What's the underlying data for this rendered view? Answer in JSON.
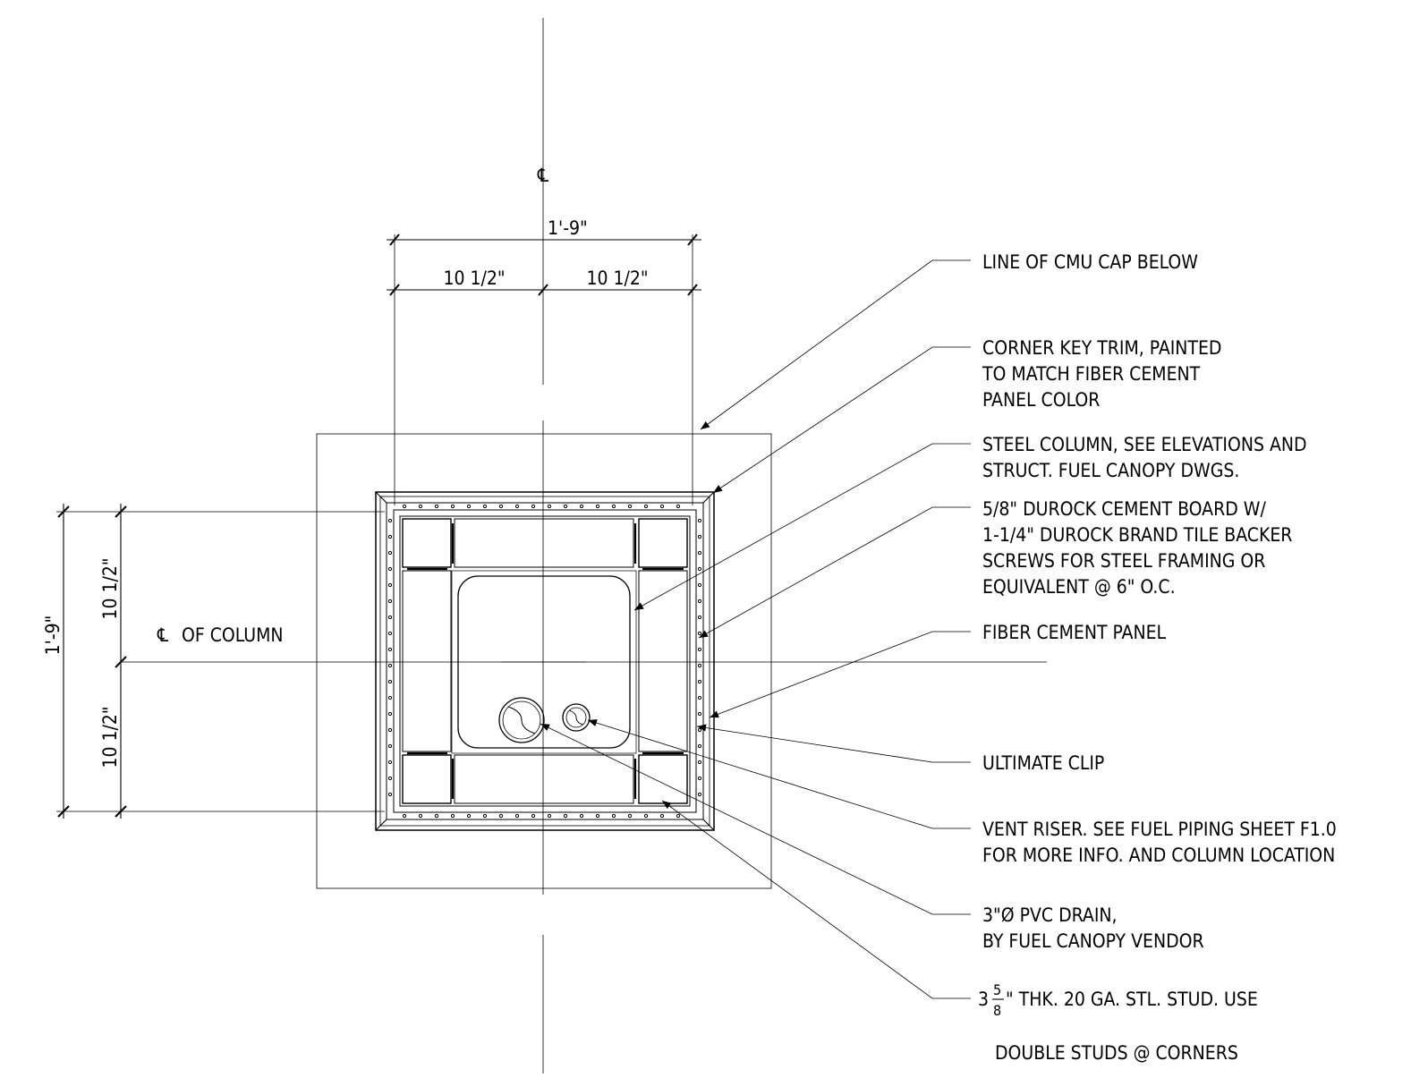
{
  "centerline": {
    "symbol": "℄",
    "column_label": "OF COLUMN"
  },
  "dimensions": {
    "overall_top": "1'-9\"",
    "half_left": "10 1/2\"",
    "half_right": "10 1/2\"",
    "overall_left": "1'-9\"",
    "half_upper": "10 1/2\"",
    "half_lower": "10 1/2\""
  },
  "callouts": [
    {
      "lines": [
        "LINE OF CMU CAP BELOW"
      ]
    },
    {
      "lines": [
        "CORNER KEY TRIM, PAINTED",
        "TO MATCH FIBER CEMENT",
        "PANEL COLOR"
      ]
    },
    {
      "lines": [
        "STEEL COLUMN, SEE ELEVATIONS AND",
        "STRUCT. FUEL CANOPY DWGS."
      ]
    },
    {
      "lines": [
        "5/8\" DUROCK CEMENT BOARD W/",
        "1-1/4\" DUROCK BRAND TILE BACKER",
        "SCREWS FOR STEEL FRAMING OR",
        "EQUIVALENT @ 6\" O.C."
      ]
    },
    {
      "lines": [
        "FIBER CEMENT PANEL"
      ]
    },
    {
      "lines": [
        "ULTIMATE CLIP"
      ]
    },
    {
      "lines": [
        "VENT RISER. SEE FUEL PIPING SHEET F1.0",
        "FOR MORE INFO. AND COLUMN LOCATION"
      ]
    },
    {
      "lines": [
        "3\"Ø PVC DRAIN,",
        "BY FUEL CANOPY VENDOR"
      ]
    },
    {
      "prefix": "3",
      "frac_num": "5",
      "frac_den": "8",
      "lines": [
        "\" THK. 20 GA. STL. STUD. USE",
        "DOUBLE STUDS @ CORNERS"
      ]
    }
  ]
}
